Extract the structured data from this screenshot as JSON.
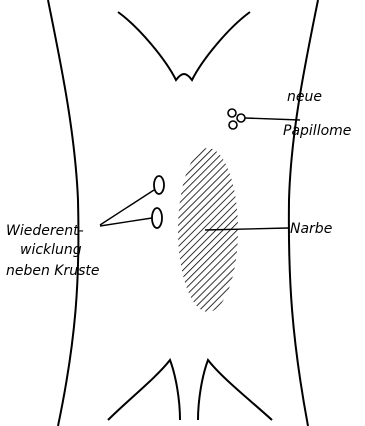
{
  "labels": {
    "papillome_line1": "neue",
    "papillome_line2": "Papillome",
    "narbe": "Narbe",
    "wiederentwicklung_line1": "Wiederent-",
    "wiederentwicklung_line2": "wicklung",
    "wiederentwicklung_line3": "neben Kruste"
  },
  "colors": {
    "ink": "#000000",
    "background": "#ffffff"
  }
}
